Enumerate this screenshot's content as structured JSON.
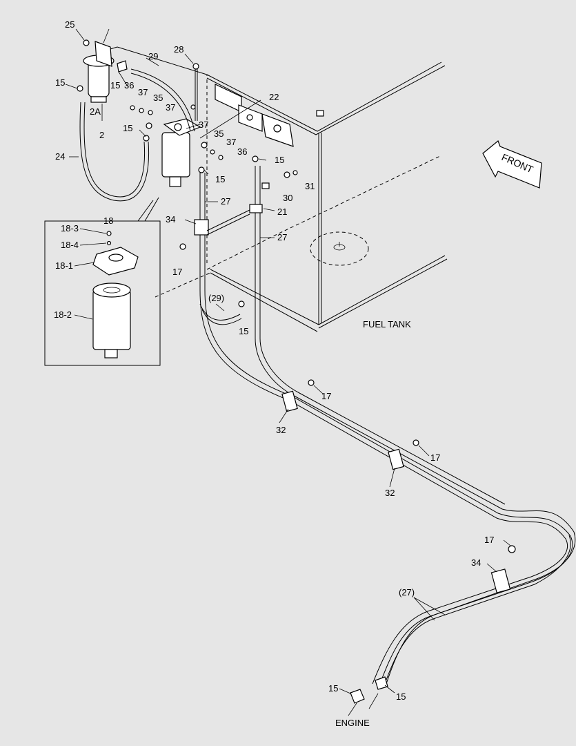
{
  "labels": {
    "l25": "25",
    "l29a": "29",
    "l28": "28",
    "l15a": "15",
    "l15b": "15",
    "l36a": "36",
    "l37a": "37",
    "l35a": "35",
    "l37b": "37",
    "l2a": "2A",
    "l2": "2",
    "l15c": "15",
    "l37c": "37",
    "l22": "22",
    "l35b": "35",
    "l37d": "37",
    "l36b": "36",
    "l15d": "15",
    "l24": "24",
    "l15e": "15",
    "l27a": "27",
    "l31": "31",
    "l30": "30",
    "l21": "21",
    "l18": "18",
    "l34a": "34",
    "l18_3": "18-3",
    "l18_4": "18-4",
    "l18_1": "18-1",
    "l18_2": "18-2",
    "l17a": "17",
    "l27b": "27",
    "l29b": "(29)",
    "l15f": "15",
    "fuel_tank": "FUEL TANK",
    "l17b": "17",
    "l32a": "32",
    "l17c": "17",
    "l32b": "32",
    "l17d": "17",
    "l34b": "34",
    "l27c": "(27)",
    "l15g": "15",
    "l15h": "15",
    "engine": "ENGINE",
    "front": "FRONT"
  }
}
